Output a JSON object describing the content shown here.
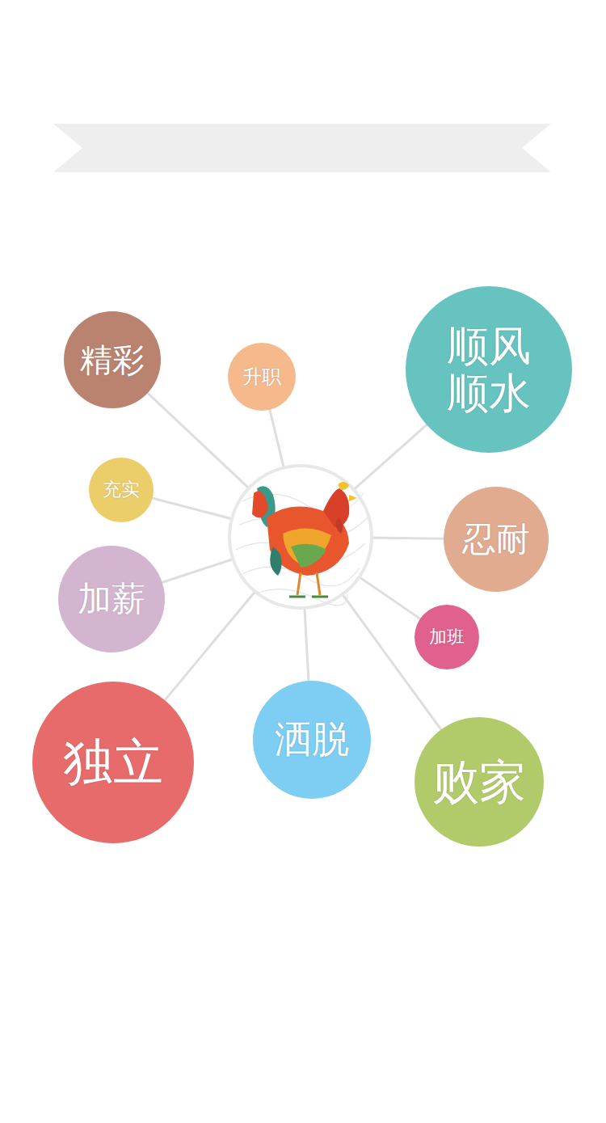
{
  "diagram": {
    "nodes": [
      {
        "text": [
          "精彩"
        ]
      },
      {
        "text": [
          "升职"
        ]
      },
      {
        "text": [
          "顺风 顺水"
        ]
      },
      {
        "text": [
          "充实"
        ]
      },
      {
        "text": [
          "忍耐"
        ]
      },
      {
        "text": [
          "加薪"
        ]
      },
      {
        "text": [
          "加班"
        ]
      },
      {
        "text": [
          "独立"
        ]
      },
      {
        "text": [
          "洒脱"
        ]
      },
      {
        "text": [
          "败家"
        ]
      }
    ]
  }
}
